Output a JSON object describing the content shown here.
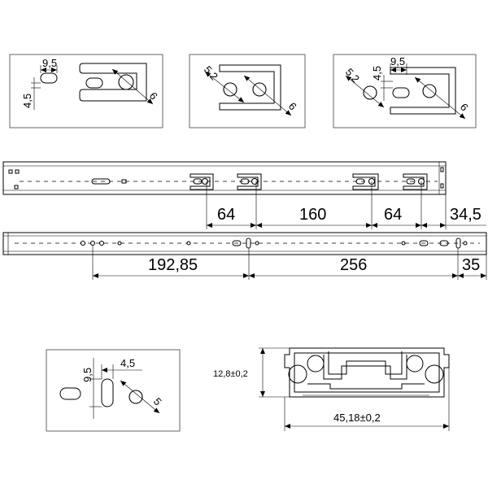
{
  "detail_1": {
    "width": "9,5",
    "height": "4,5",
    "diameter": "6"
  },
  "detail_2": {
    "diameter_a": "5,2",
    "diameter_b": "6"
  },
  "detail_3": {
    "width": "9,5",
    "height": "4,5",
    "diameter_a": "5,2",
    "diameter_b": "6"
  },
  "outer_rail": {
    "spacing_1": "64",
    "spacing_2": "160",
    "spacing_3": "64",
    "end_offset": "34,5"
  },
  "inner_rail": {
    "spacing_1": "192,85",
    "spacing_2": "256",
    "end_offset": "35"
  },
  "detail_4": {
    "height": "9,5",
    "width": "4,5",
    "diameter": "5"
  },
  "profile": {
    "height": "12,8±0,2",
    "width": "45,18±0,2"
  }
}
